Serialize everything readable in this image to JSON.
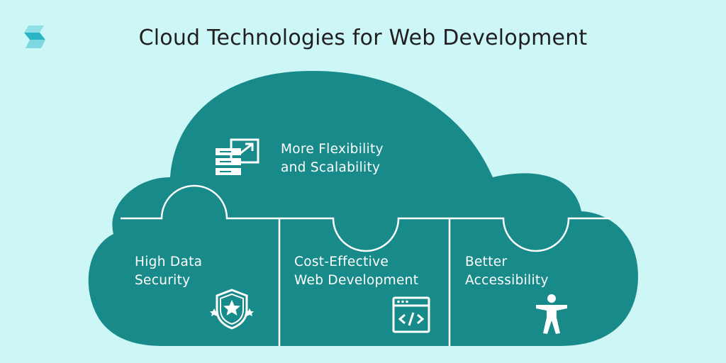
{
  "title": "Cloud Technologies for Web Development",
  "colors": {
    "background": "#ccf7f6",
    "cloud": "#198a8a",
    "divider": "#ffffff",
    "text_dark": "#1f1f1f",
    "logo_light": "#7fd8e0",
    "logo_dark": "#2bb5c4"
  },
  "sections": [
    {
      "line1": "More Flexibility",
      "line2": "and Scalability",
      "icon": "server-expand-icon"
    },
    {
      "line1": "High Data",
      "line2": "Security",
      "icon": "shield-stars-icon"
    },
    {
      "line1": "Cost-Effective",
      "line2": "Web Development",
      "icon": "code-window-icon"
    },
    {
      "line1": "Better",
      "line2": "Accessibility",
      "icon": "accessibility-person-icon"
    }
  ]
}
